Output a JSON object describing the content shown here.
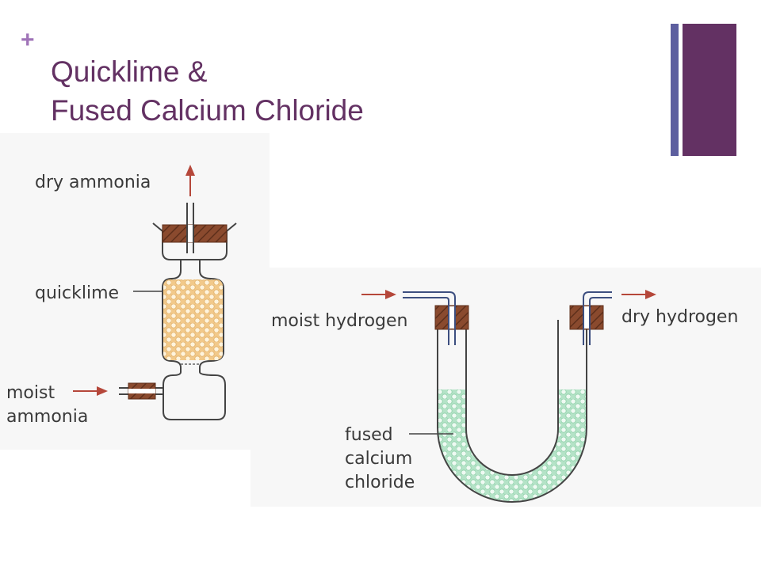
{
  "slide": {
    "bullet": "+",
    "title_line1": "Quicklime &",
    "title_line2": "Fused Calcium Chloride"
  },
  "colors": {
    "title": "#633163",
    "accent_bar": "#633163",
    "accent_thin_bar": "#5d5f9f",
    "plus": "#a074b8",
    "arrow": "#b5473a",
    "cork": "#8a4a2e",
    "quicklime": "#f2c98a",
    "calcium_chloride": "#b4e3c7"
  },
  "diagram_left": {
    "top_label": "dry ammonia",
    "middle_label": "quicklime",
    "bottom_label_line1": "moist",
    "bottom_label_line2": "ammonia"
  },
  "diagram_right": {
    "inlet_label": "moist hydrogen",
    "outlet_label": "dry hydrogen",
    "fill_label_line1": "fused",
    "fill_label_line2": "calcium",
    "fill_label_line3": "chloride"
  }
}
